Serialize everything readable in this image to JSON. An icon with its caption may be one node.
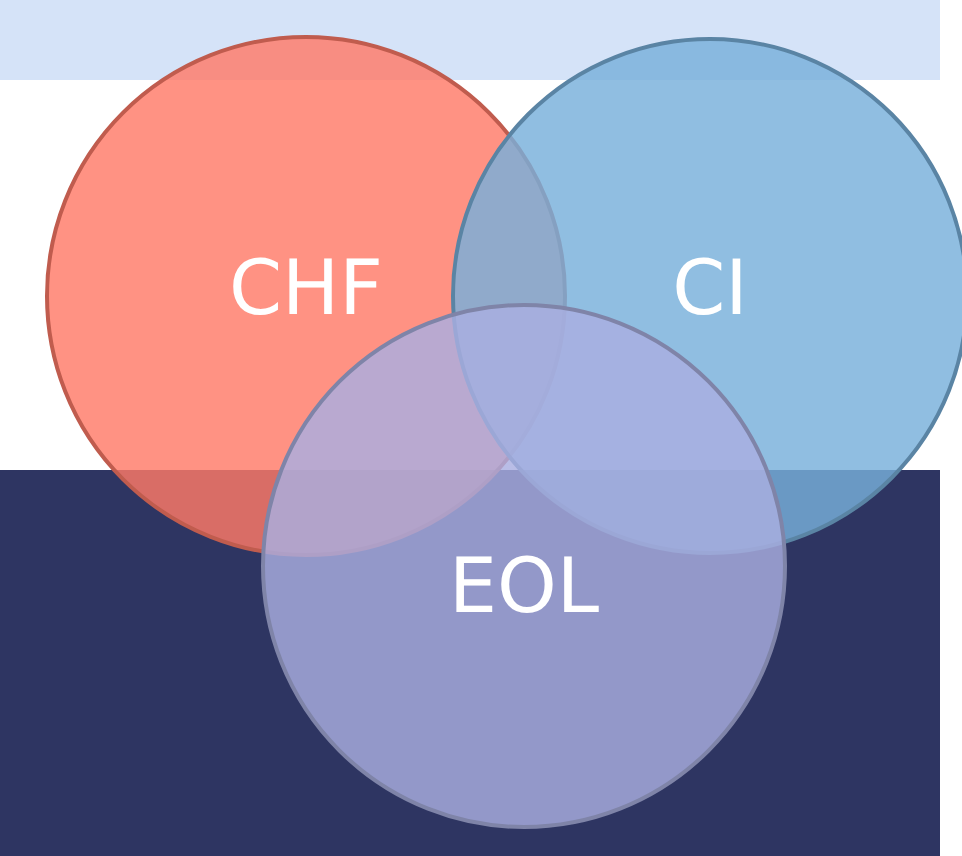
{
  "diagram": {
    "nodes": [
      {
        "text": [
          "CHF"
        ]
      },
      {
        "text": [
          "CI"
        ]
      },
      {
        "text": [
          "EOL"
        ]
      }
    ]
  }
}
